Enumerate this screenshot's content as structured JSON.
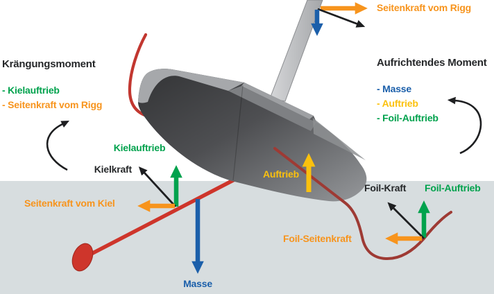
{
  "panels": {
    "left": {
      "title": "Krängungsmoment",
      "items": [
        {
          "text": "- Kielauftrieb",
          "color": "#00A24D"
        },
        {
          "text": "- Seitenkraft vom Rigg",
          "color": "#F7941D"
        }
      ]
    },
    "right": {
      "title": "Aufrichtendes Moment",
      "items": [
        {
          "text": "- Masse",
          "color": "#1B5FAA"
        },
        {
          "text": "- Auftrieb",
          "color": "#FBC10E"
        },
        {
          "text": "- Foil-Auftrieb",
          "color": "#00A24D"
        }
      ]
    }
  },
  "labels": {
    "rigg_side_force": "Seitenkraft vom Rigg",
    "keel_lift": "Kielauftrieb",
    "keel_force": "Kielkraft",
    "keel_side_force": "Seitenkraft vom Kiel",
    "mass": "Masse",
    "buoyancy": "Auftrieb",
    "foil_force": "Foil-Kraft",
    "foil_lift": "Foil-Auftrieb",
    "foil_side_force": "Foil-Seitenkraft"
  },
  "colors": {
    "green": "#00A24D",
    "orange": "#F7941D",
    "blue": "#1B5FAA",
    "yellow": "#FBC10E",
    "black": "#26282a",
    "keel_red": "#CE352B",
    "foil_red": "#9E3A34",
    "water": "#D7DDDF",
    "hull_dark": "#3A3B3D",
    "hull_light": "#96989B",
    "mast_gray": "#C2C4C6"
  }
}
